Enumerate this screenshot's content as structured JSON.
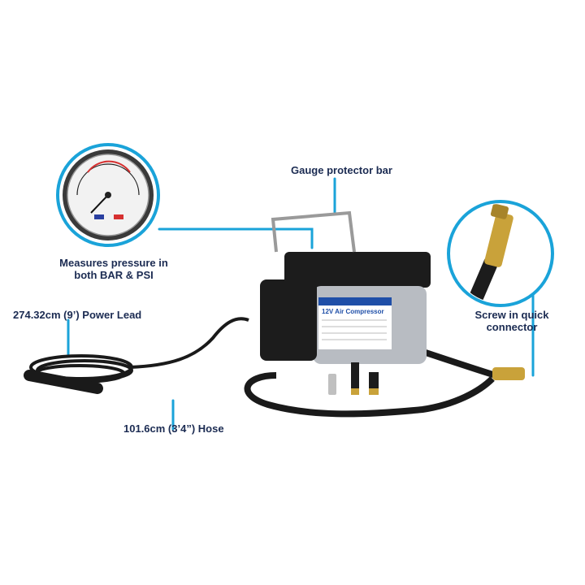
{
  "labels": {
    "gauge_protector": "Gauge protector bar",
    "measures_line1": "Measures pressure in",
    "measures_line2": "both BAR & PSI",
    "power_lead": "274.32cm (9’) Power Lead",
    "hose": "101.6cm (3’4”) Hose",
    "screw_line1": "Screw in quick",
    "screw_line2": "connector"
  },
  "product_label": {
    "title": "12V Air Compressor"
  },
  "colors": {
    "callout_line": "#1aa3d9",
    "label_text": "#1b2b52",
    "compressor_black": "#1c1c1c",
    "cylinder_silver": "#b8bcc2",
    "brass": "#c9a23a"
  }
}
